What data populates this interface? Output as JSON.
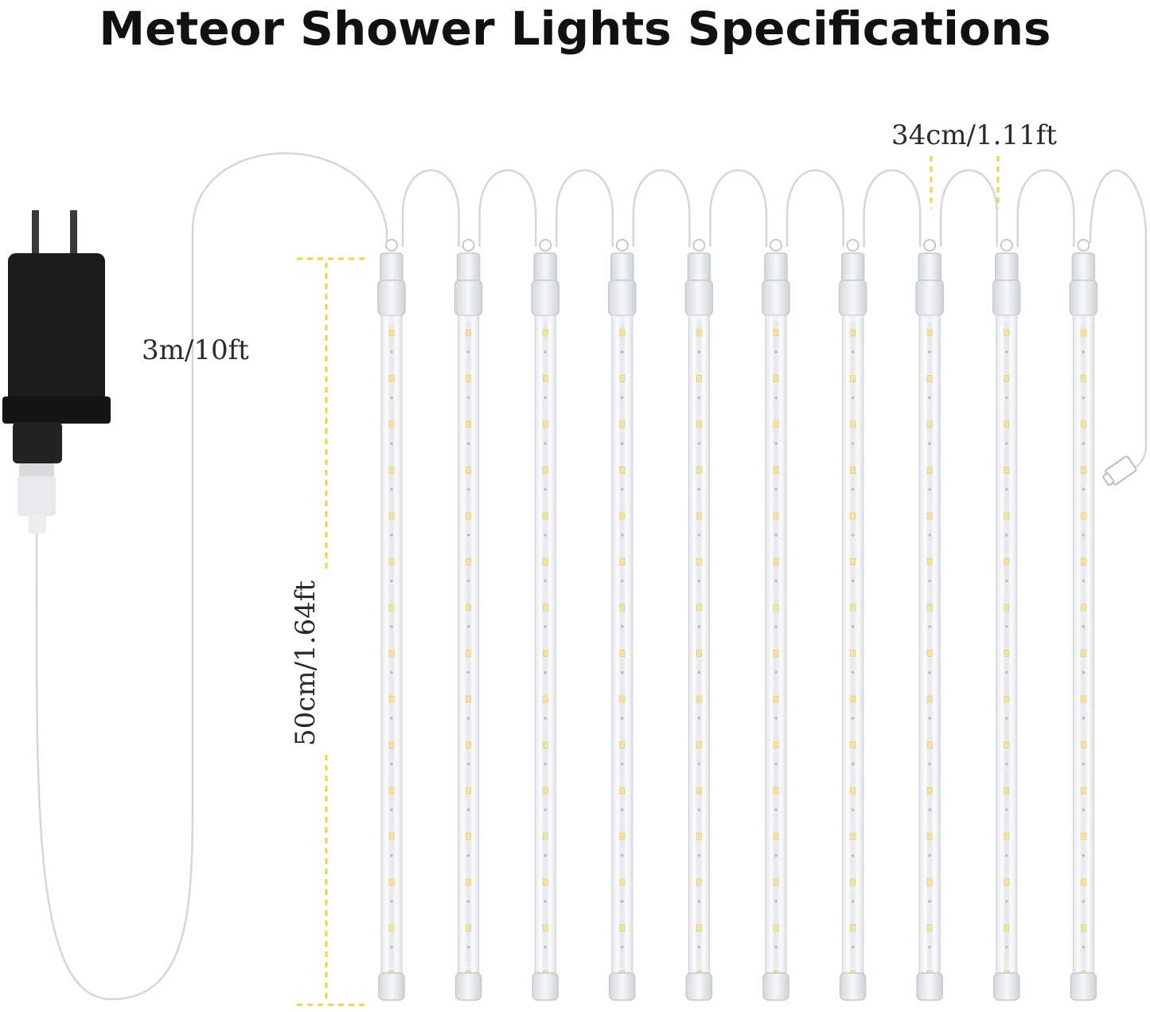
{
  "title": "Meteor Shower Lights Specifications",
  "dimensions": {
    "cable_length": "3m/10ft",
    "tube_spacing": "34cm/1.11ft",
    "tube_length": "50cm/1.64ft"
  },
  "product": {
    "tube_count": 10,
    "leds_per_tube": 15
  },
  "colors": {
    "dimension_line": "#f2d43a",
    "led": "#f6e39a",
    "adapter": "#1b1b1b"
  },
  "icons": [
    "power-adapter-icon",
    "light-tube-icon",
    "cable-icon"
  ]
}
